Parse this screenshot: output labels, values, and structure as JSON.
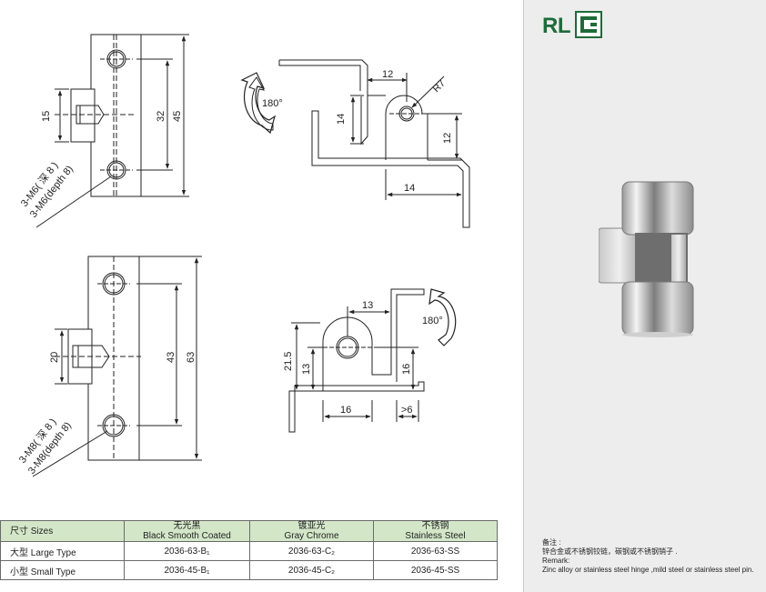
{
  "drawing": {
    "large": {
      "dim_15": "15",
      "dim_32": "32",
      "dim_45": "45",
      "screw_cn": "3-M6( 深 8 )",
      "screw_en": "3-M6(depth 8)",
      "rotation": "180°",
      "dim_12_top": "12",
      "dim_r7": "R7",
      "dim_14_left": "14",
      "dim_12_right": "12",
      "dim_14_bottom": "14"
    },
    "small": {
      "dim_20": "20",
      "dim_43": "43",
      "dim_63": "63",
      "screw_cn": "3-M8( 深 8 )",
      "screw_en": "3-M8(depth 8)",
      "rotation": "180°",
      "dim_13_top": "13",
      "dim_21_5": "21.5",
      "dim_13_left": "13",
      "dim_16_right": "16",
      "dim_16_bottom": "16",
      "dim_gt6": ">6"
    }
  },
  "logo": {
    "text": "RL",
    "icon": "brand-bracket-icon",
    "color": "#1f6b3a"
  },
  "product_photo": {
    "icon": "hinge-photo"
  },
  "remark": {
    "label_cn": "备注 :",
    "text_cn": "锌合金或不锈钢铰链，碳钢或不锈钢销子 .",
    "label_en": "Remark:",
    "text_en": "Zinc alloy or stainless steel hinge ,mild steel or stainless steel pin."
  },
  "table": {
    "header_color": "#d3e7c8",
    "headers": [
      {
        "cn": "尺寸 Sizes",
        "en": ""
      },
      {
        "cn": "无光黑",
        "en": "Black Smooth Coated"
      },
      {
        "cn": "镀亚光",
        "en": "Gray Chrome"
      },
      {
        "cn": "不锈钢",
        "en": "Stainless Steel"
      }
    ],
    "rows": [
      [
        "大型 Large Type",
        "2036-63-B₁",
        "2036-63-C₂",
        "2036-63-SS"
      ],
      [
        "小型 Small Type",
        "2036-45-B₁",
        "2036-45-C₂",
        "2036-45-SS"
      ]
    ]
  }
}
